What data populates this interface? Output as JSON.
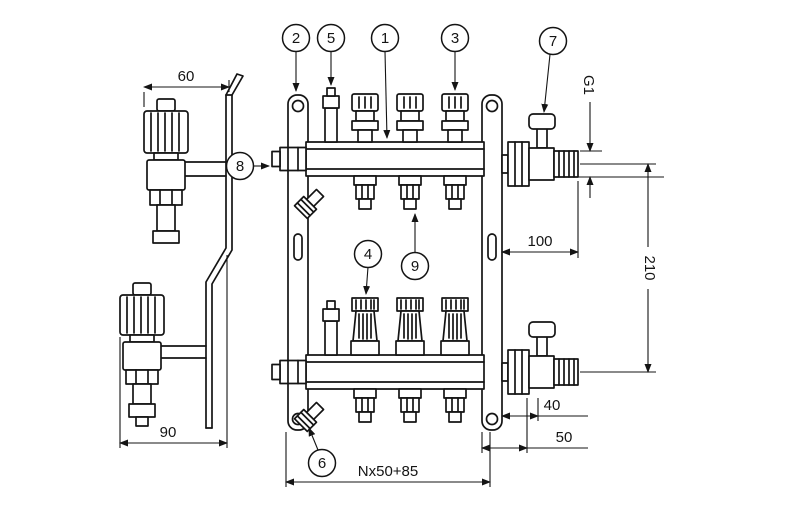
{
  "callouts": {
    "c1": "1",
    "c2": "2",
    "c3": "3",
    "c4": "4",
    "c5": "5",
    "c6": "6",
    "c7": "7",
    "c8": "8",
    "c9": "9"
  },
  "dimensions": {
    "bracket_width_top": "60",
    "bracket_width_bottom": "90",
    "connection_thread": "G1",
    "valve_extension": "100",
    "axis_spacing": "210",
    "end_offset": "40",
    "outlet_spacing": "50",
    "total_length": "Nx50+85"
  }
}
